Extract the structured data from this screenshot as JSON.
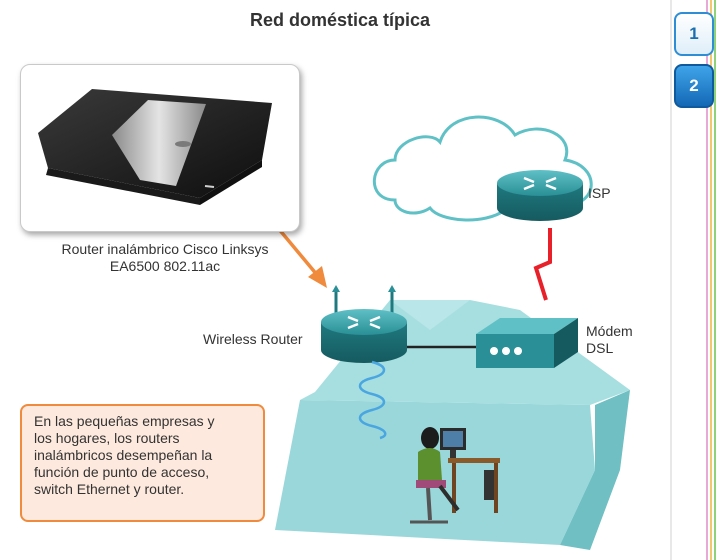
{
  "title": "Red doméstica típica",
  "product_caption_line1": "Router inalámbrico Cisco Linksys",
  "product_caption_line2": "EA6500 802.11ac",
  "labels": {
    "isp": "ISP",
    "wireless_router": "Wireless Router",
    "modem_line1": "Módem",
    "modem_line2": "DSL"
  },
  "note": {
    "line1": "En las pequeñas empresas y",
    "line2": "los hogares, los routers",
    "line3": "inalámbricos desempeñan la",
    "line4": "función de punto de acceso,",
    "line5": "switch Ethernet y router."
  },
  "steps": [
    "1",
    "2"
  ],
  "active_step": "2",
  "colors": {
    "teal": "#2a8f96",
    "house": "#8fd3d6",
    "orange": "#f08a3c",
    "lightning": "#e8202a",
    "step_blue": "#1b6fb0"
  }
}
